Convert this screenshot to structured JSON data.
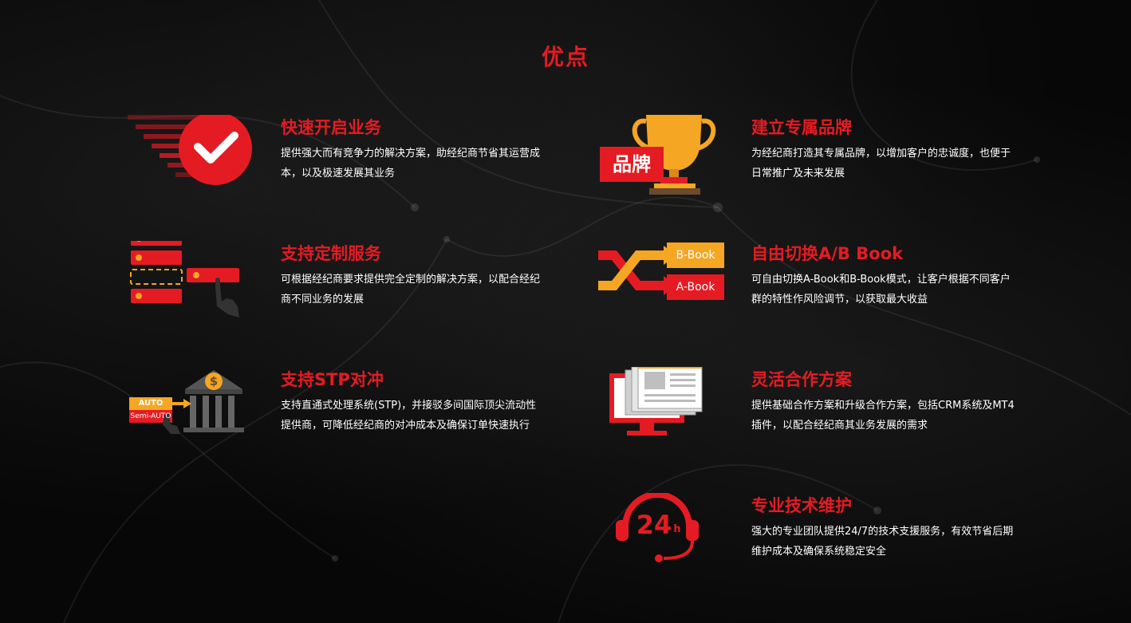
{
  "page": {
    "title": "优点"
  },
  "features": [
    {
      "title": "快速开启业务",
      "desc": "提供强大而有竞争力的解决方案，助经纪商节省其运营成本，以及极速发展其业务",
      "icon": "check-icon"
    },
    {
      "title": "建立专属品牌",
      "desc": "为经纪商打造其专属品牌，以增加客户的忠诚度，也便于日常推广及未来发展",
      "icon": "trophy-icon",
      "icon_text": "品牌"
    },
    {
      "title": "支持定制服务",
      "desc": "可根据经纪商要求提供完全定制的解决方案，以配合经纪商不同业务的发展",
      "icon": "custom-service-icon"
    },
    {
      "title": "自由切换A/B Book",
      "desc": "可自由切换A-Book和B-Book模式，让客户根据不同客户群的特性作风险调节，以获取最大收益",
      "icon": "switch-icon",
      "icon_labels": [
        "B-Book",
        "A-Book"
      ]
    },
    {
      "title": "支持STP对冲",
      "desc": "支持直通式处理系统(STP)，并接驳多间国际顶尖流动性提供商，可降低经纪商的对冲成本及确保订单快速执行",
      "icon": "bank-icon",
      "icon_labels": [
        "AUTO",
        "Semi-AUTO",
        "$"
      ]
    },
    {
      "title": "灵活合作方案",
      "desc": "提供基础合作方案和升级合作方案，包括CRM系统及MT4插件，以配合经纪商其业务发展的需求",
      "icon": "monitor-icon"
    },
    {
      "title": "专业技术维护",
      "desc": "强大的专业团队提供24/7的技术支援服务，有效节省后期维护成本及确保系统稳定安全",
      "icon": "support-24h-icon",
      "icon_labels": [
        "24",
        "h"
      ]
    }
  ],
  "colors": {
    "accent": "#e51b23",
    "gold": "#f5a623",
    "text": "#ffffff",
    "background": "#070707"
  }
}
